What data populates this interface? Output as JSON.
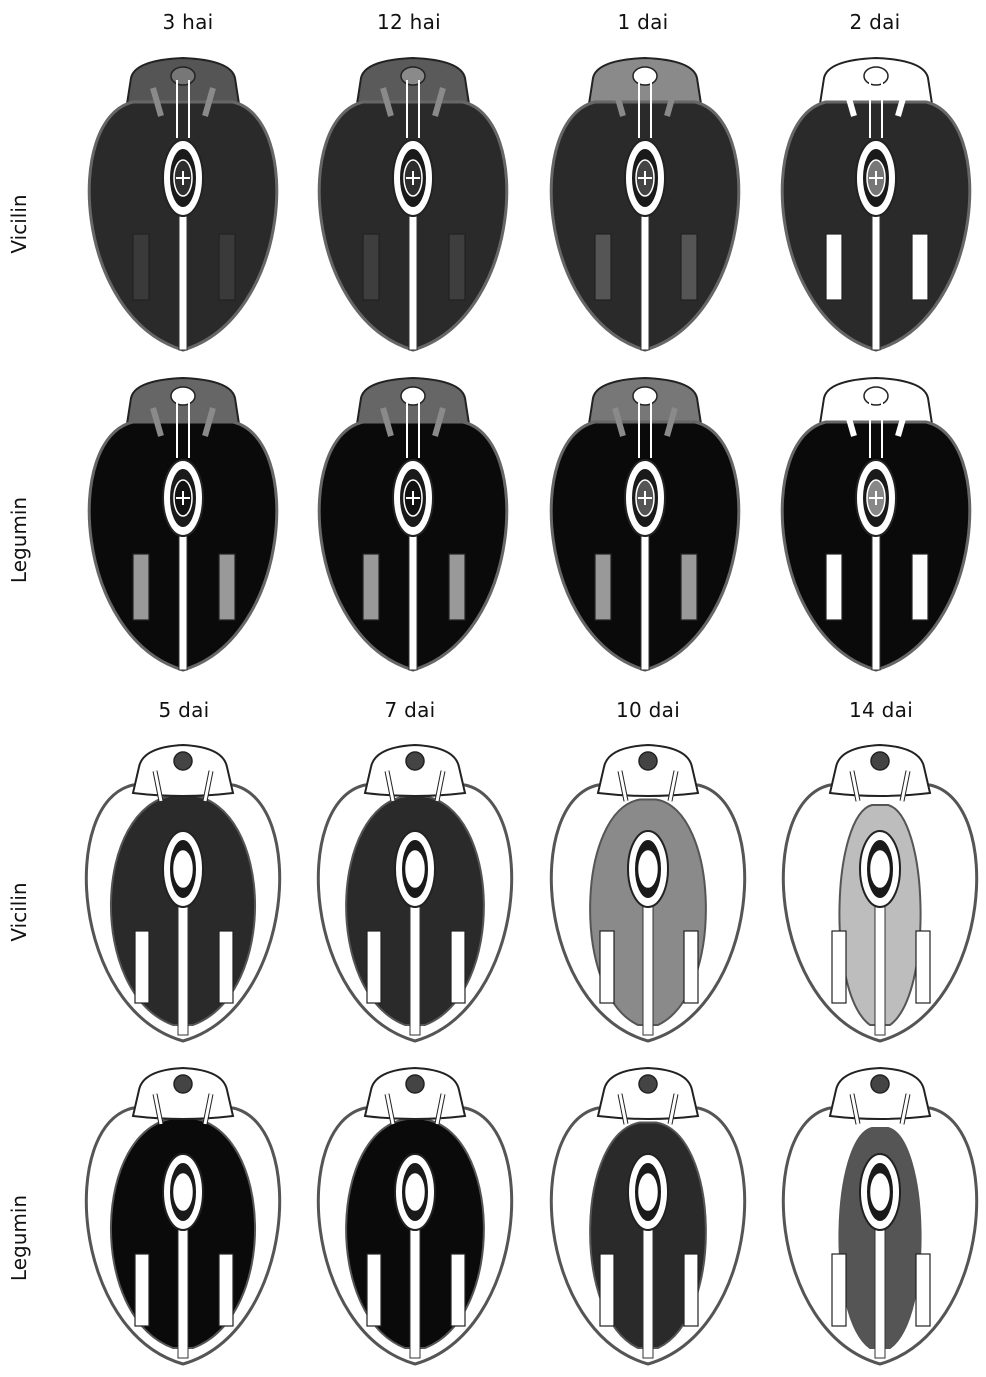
{
  "top_block": {
    "column_labels": [
      "3 hai",
      "12 hai",
      "1 dai",
      "2 dai"
    ],
    "row_labels": [
      "Vicilin",
      "Legumin"
    ],
    "rows": [
      {
        "stage": "early",
        "cells": [
          {
            "cot": "#2a2a2a",
            "coleo": "#555555",
            "dot": "#777777",
            "hyp": "#2e2e2e",
            "strip": "#3a3a3a"
          },
          {
            "cot": "#2a2a2a",
            "coleo": "#5a5a5a",
            "dot": "#8a8a8a",
            "hyp": "#2e2e2e",
            "strip": "#3e3e3e"
          },
          {
            "cot": "#2a2a2a",
            "coleo": "#8a8a8a",
            "dot": "#ffffff",
            "hyp": "#444444",
            "strip": "#555555"
          },
          {
            "cot": "#2a2a2a",
            "coleo": "#ffffff",
            "dot": "#ffffff",
            "hyp": "#777777",
            "strip": "#ffffff"
          }
        ]
      },
      {
        "stage": "early",
        "cells": [
          {
            "cot": "#0a0a0a",
            "coleo": "#666666",
            "dot": "#ffffff",
            "hyp": "#111111",
            "strip": "#999999"
          },
          {
            "cot": "#0a0a0a",
            "coleo": "#666666",
            "dot": "#ffffff",
            "hyp": "#111111",
            "strip": "#999999"
          },
          {
            "cot": "#0a0a0a",
            "coleo": "#777777",
            "dot": "#ffffff",
            "hyp": "#555555",
            "strip": "#999999"
          },
          {
            "cot": "#0a0a0a",
            "coleo": "#ffffff",
            "dot": "#ffffff",
            "hyp": "#888888",
            "strip": "#ffffff"
          }
        ]
      }
    ]
  },
  "bottom_block": {
    "column_labels": [
      "5 dai",
      "7 dai",
      "10 dai",
      "14 dai"
    ],
    "row_labels": [
      "Vicilin",
      "Legumin"
    ],
    "rows": [
      {
        "stage": "late",
        "cells": [
          {
            "cot": "#2a2a2a",
            "shrink": 0.0,
            "strip": "#ffffff"
          },
          {
            "cot": "#2a2a2a",
            "shrink": 0.1,
            "strip": "#ffffff"
          },
          {
            "cot": "#8a8a8a",
            "shrink": 0.45,
            "strip": "#ffffff"
          },
          {
            "cot": "#bdbdbd",
            "shrink": 1.0,
            "strip": "#ffffff"
          }
        ]
      },
      {
        "stage": "late",
        "cells": [
          {
            "cot": "#0a0a0a",
            "shrink": 0.0,
            "strip": "#ffffff"
          },
          {
            "cot": "#0a0a0a",
            "shrink": 0.1,
            "strip": "#ffffff"
          },
          {
            "cot": "#2a2a2a",
            "shrink": 0.45,
            "strip": "#ffffff"
          },
          {
            "cot": "#555555",
            "shrink": 1.0,
            "strip": "#ffffff"
          }
        ]
      }
    ]
  }
}
